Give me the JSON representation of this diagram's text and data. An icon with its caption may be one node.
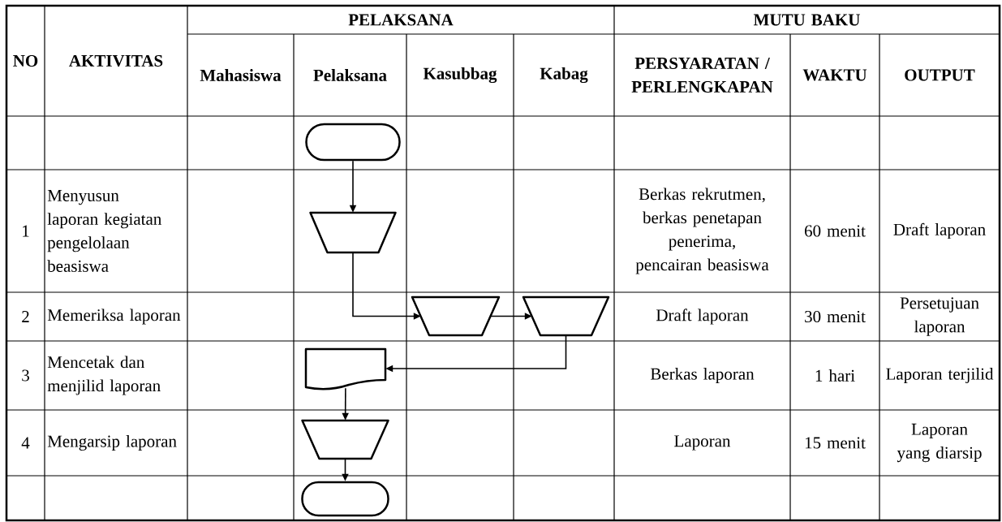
{
  "diagram": {
    "nodes": [
      {
        "text": [],
        "shape": "terminator"
      },
      {
        "text": [],
        "shape": "trapezoid"
      },
      {
        "text": [],
        "shape": "trapezoid"
      },
      {
        "text": [],
        "shape": "trapezoid"
      },
      {
        "text": [],
        "shape": "document"
      },
      {
        "text": [],
        "shape": "trapezoid"
      },
      {
        "text": [],
        "shape": "terminator"
      }
    ],
    "edges": [
      {
        "from": 0,
        "to": 1,
        "arrow": "to"
      },
      {
        "from": 1,
        "to": 2,
        "arrow": "to"
      },
      {
        "from": 2,
        "to": 3,
        "arrow": "to"
      },
      {
        "from": 3,
        "to": 4,
        "arrow": "to"
      },
      {
        "from": 4,
        "to": 5,
        "arrow": "to"
      },
      {
        "from": 5,
        "to": 6,
        "arrow": "to"
      }
    ],
    "labels": [
      "NO",
      "AKTIVITAS",
      "PELAKSANA",
      "MUTU BAKU",
      "Mahasiswa",
      "Pelaksana",
      "Kasubbag",
      "Kabag",
      "PERSYARATAN / PERLENGKAPAN",
      "WAKTU",
      "OUTPUT",
      "1",
      "Menyusun laporan kegiatan pengelolaan beasiswa",
      "Berkas rekrutmen, berkas penetapan penerima, pencairan beasiswa",
      "60 menit",
      "Draft laporan",
      "2",
      "Memeriksa laporan",
      "Draft laporan",
      "30 menit",
      "Persetujuan laporan",
      "3",
      "Mencetak dan menjilid laporan",
      "Berkas laporan",
      "1 hari",
      "Laporan terjilid",
      "4",
      "Mengarsip laporan",
      "Laporan",
      "15 menit",
      "Laporan yang diarsip"
    ]
  }
}
